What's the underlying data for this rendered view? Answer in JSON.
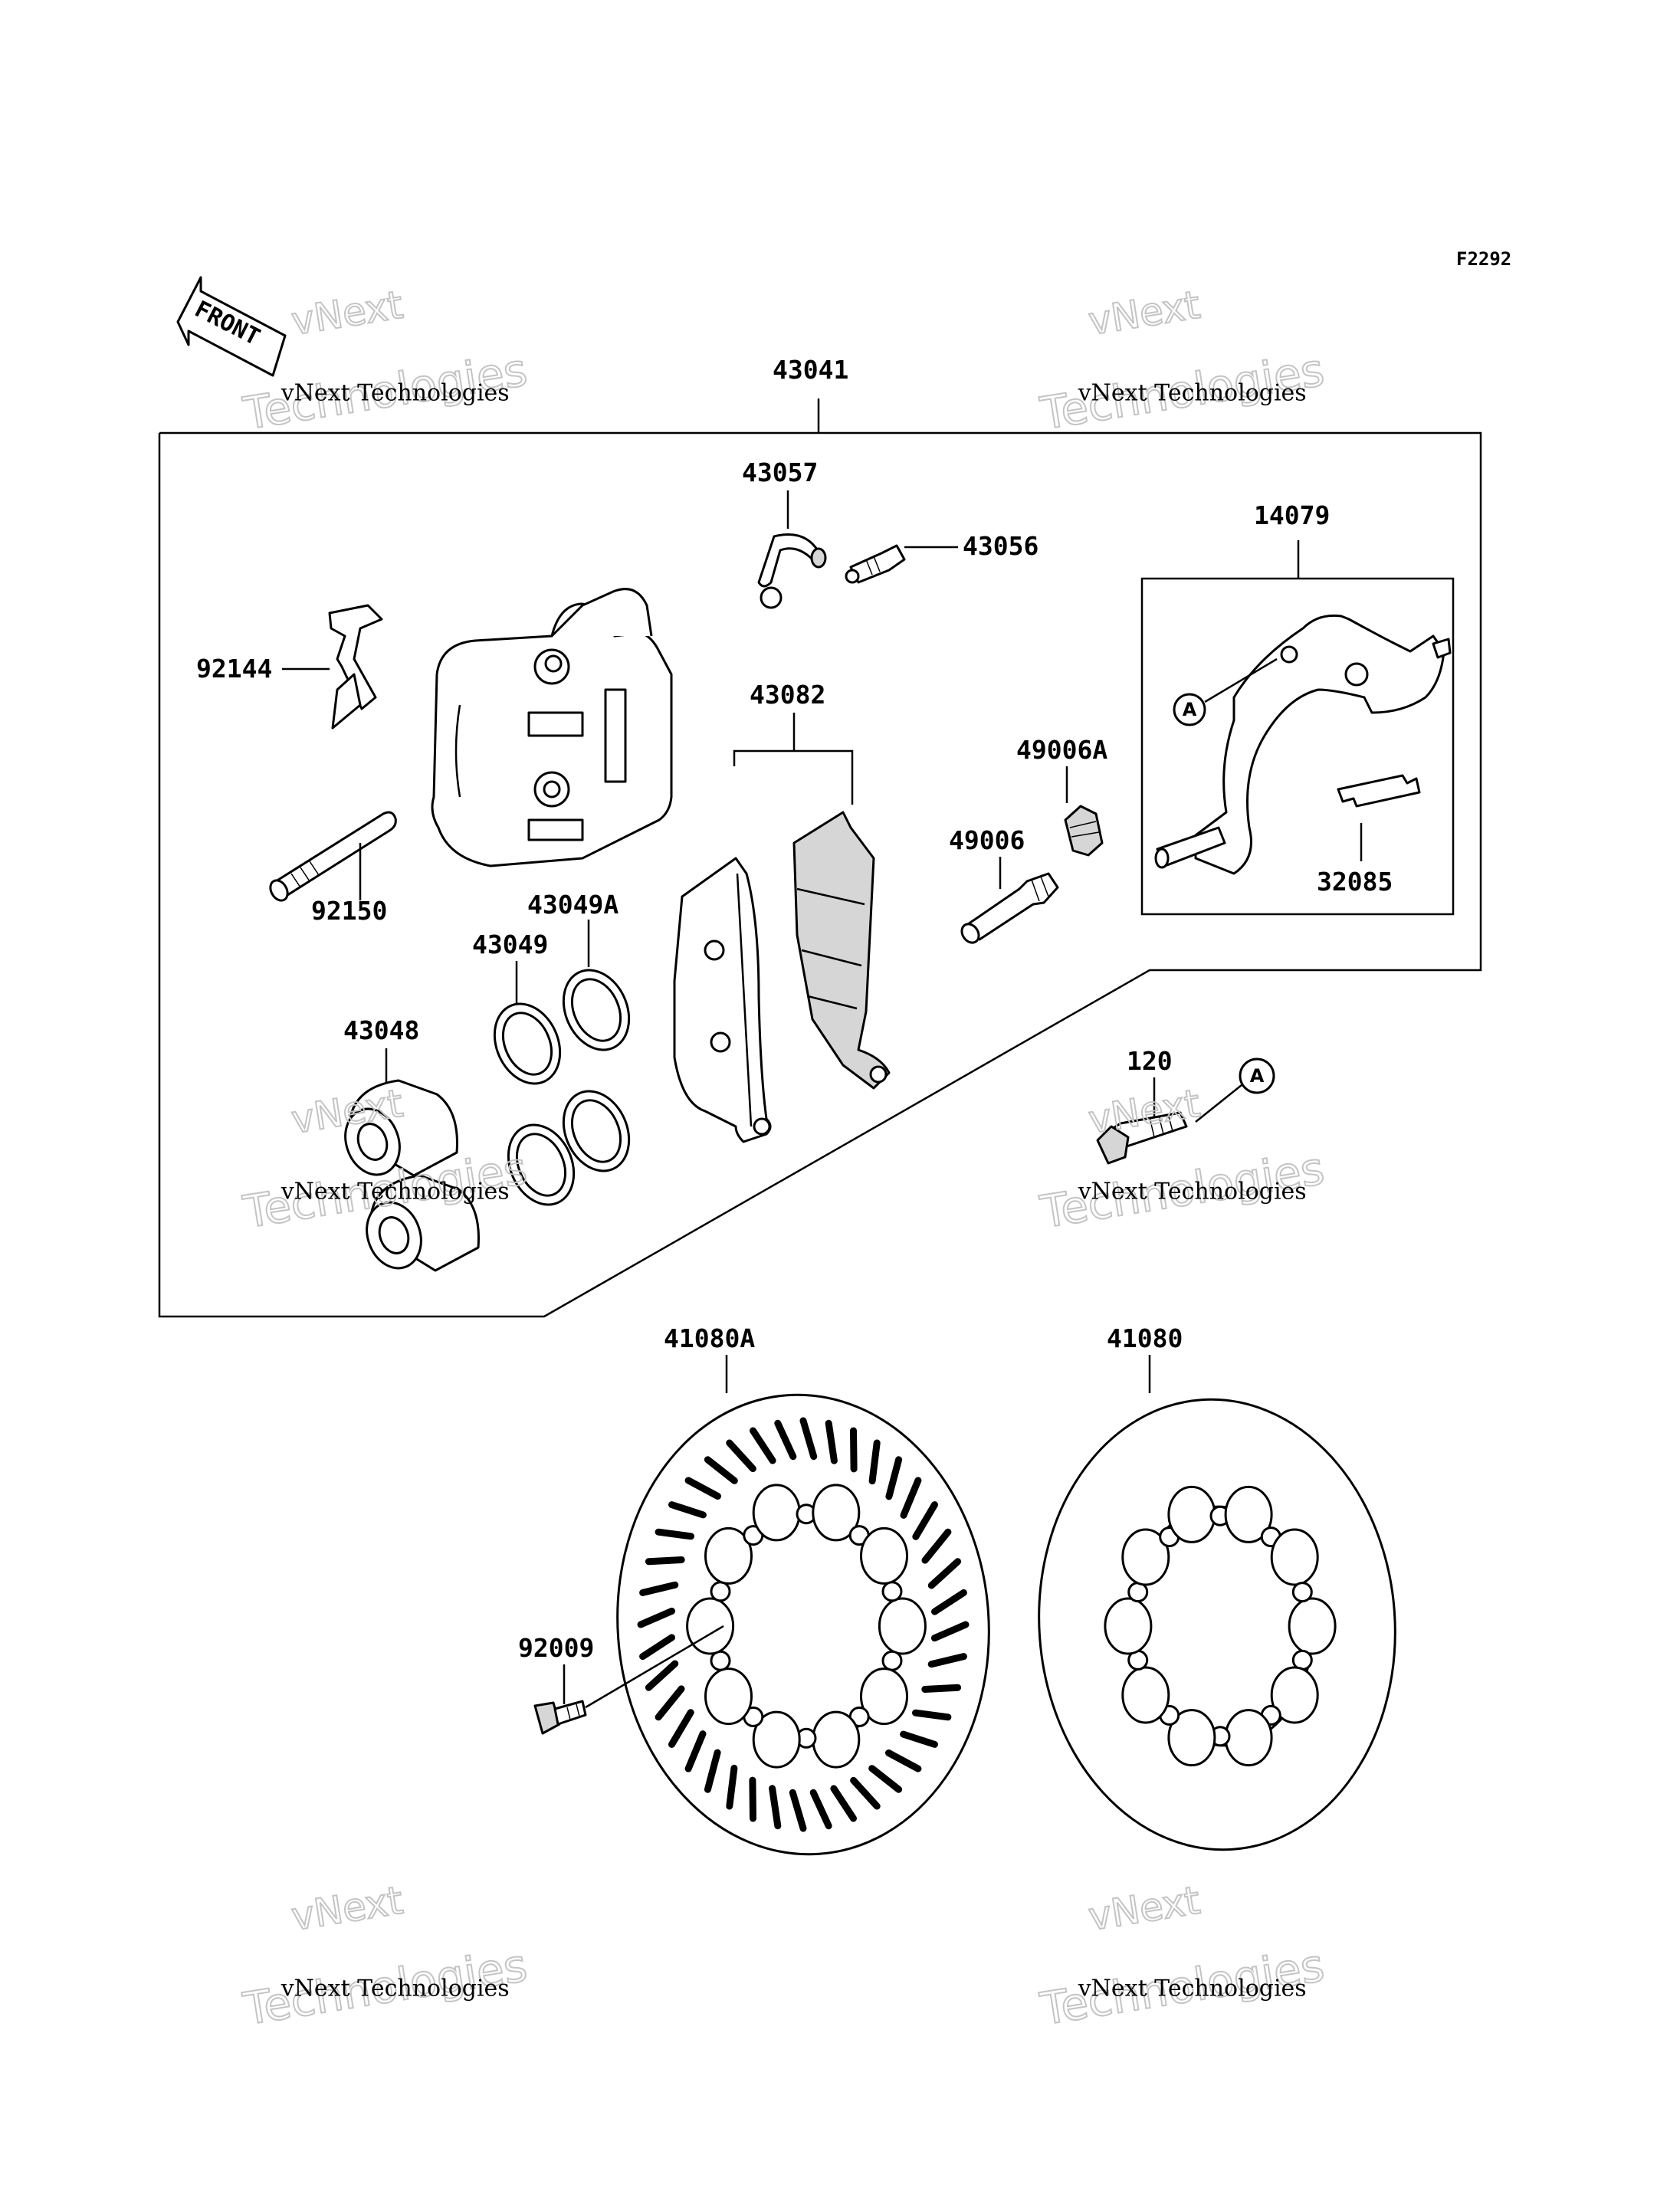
{
  "diagram_code": "F2292",
  "front_arrow_label": "FRONT",
  "reference_marker": "A",
  "watermark": {
    "line1": "vNext Technologies",
    "line2": "Technologies",
    "line3": "vNext"
  },
  "parts": [
    {
      "id": "p43041",
      "number": "43041"
    },
    {
      "id": "p43057",
      "number": "43057"
    },
    {
      "id": "p43056",
      "number": "43056"
    },
    {
      "id": "p14079",
      "number": "14079"
    },
    {
      "id": "p92144",
      "number": "92144"
    },
    {
      "id": "p43082",
      "number": "43082"
    },
    {
      "id": "p49006A",
      "number": "49006A"
    },
    {
      "id": "p49006",
      "number": "49006"
    },
    {
      "id": "p32085",
      "number": "32085"
    },
    {
      "id": "p92150",
      "number": "92150"
    },
    {
      "id": "p43049A",
      "number": "43049A"
    },
    {
      "id": "p43049",
      "number": "43049"
    },
    {
      "id": "p43048",
      "number": "43048"
    },
    {
      "id": "p120",
      "number": "120"
    },
    {
      "id": "p41080A",
      "number": "41080A"
    },
    {
      "id": "p41080",
      "number": "41080"
    },
    {
      "id": "p92009",
      "number": "92009"
    }
  ]
}
